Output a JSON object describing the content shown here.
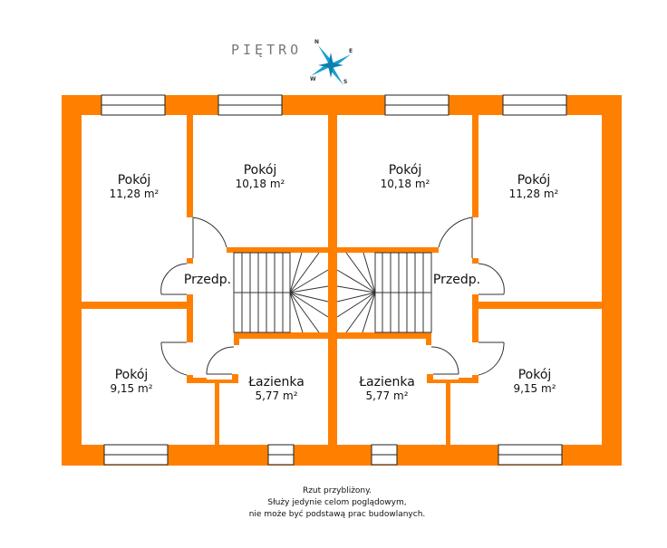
{
  "title": "PIĘTRO",
  "compass": {
    "icon": "compass-rose-icon",
    "labels": [
      "N",
      "E",
      "S",
      "W"
    ],
    "color": "#1a9fd0"
  },
  "colors": {
    "wall": "#ff8000",
    "lines": "#222222"
  },
  "rooms": [
    {
      "name": "Pokój",
      "area": "11,28 m²"
    },
    {
      "name": "Pokój",
      "area": "10,18 m²"
    },
    {
      "name": "Pokój",
      "area": "10,18 m²"
    },
    {
      "name": "Pokój",
      "area": "11,28 m²"
    },
    {
      "name": "Przedp."
    },
    {
      "name": "Przedp."
    },
    {
      "name": "Pokój",
      "area": "9,15 m²"
    },
    {
      "name": "Łazienka",
      "area": "5,77 m²"
    },
    {
      "name": "Łazienka",
      "area": "5,77 m²"
    },
    {
      "name": "Pokój",
      "area": "9,15 m²"
    }
  ],
  "note": [
    "Rzut przybliżony.",
    "Służy jedynie celom poglądowym,",
    "nie może być podstawą prac budowlanych."
  ]
}
